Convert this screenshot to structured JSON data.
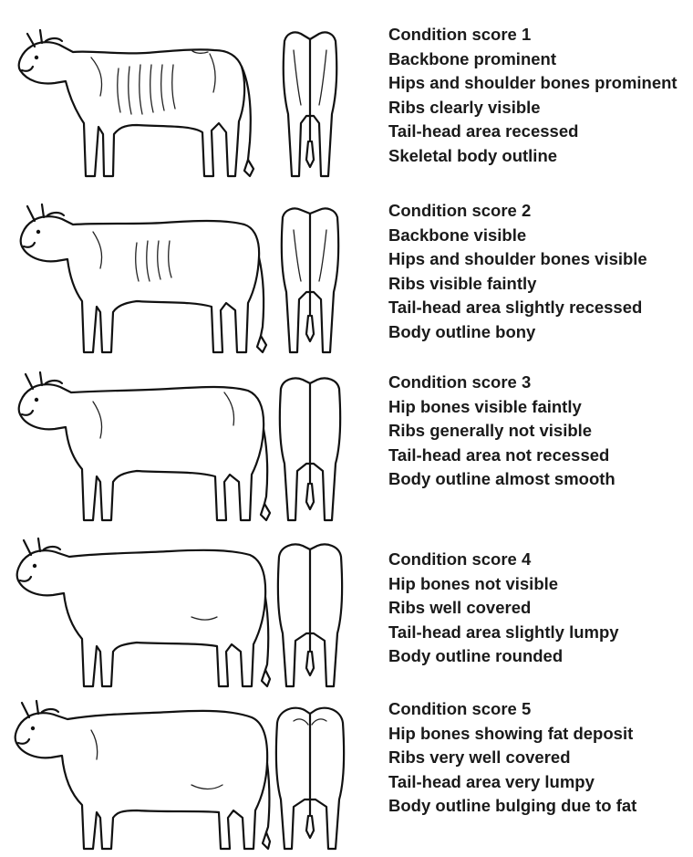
{
  "scores": [
    {
      "title": "Condition score 1",
      "lines": [
        "Backbone prominent",
        "Hips and shoulder bones prominent",
        "Ribs clearly visible",
        "Tail-head area recessed",
        "Skeletal body outline"
      ]
    },
    {
      "title": "Condition score 2",
      "lines": [
        "Backbone visible",
        "Hips and shoulder bones visible",
        "Ribs visible faintly",
        "Tail-head area slightly recessed",
        "Body outline bony"
      ]
    },
    {
      "title": "Condition score 3",
      "lines": [
        "Hip bones visible faintly",
        "Ribs generally not visible",
        "Tail-head area not recessed",
        "Body outline almost smooth"
      ]
    },
    {
      "title": "Condition score 4",
      "lines": [
        "Hip bones not visible",
        "Ribs well covered",
        "Tail-head area slightly lumpy",
        "Body outline rounded"
      ]
    },
    {
      "title": "Condition score 5",
      "lines": [
        "Hip bones showing fat deposit",
        "Ribs very well covered",
        "Tail-head area very lumpy",
        "Body outline bulging due to fat"
      ]
    }
  ]
}
